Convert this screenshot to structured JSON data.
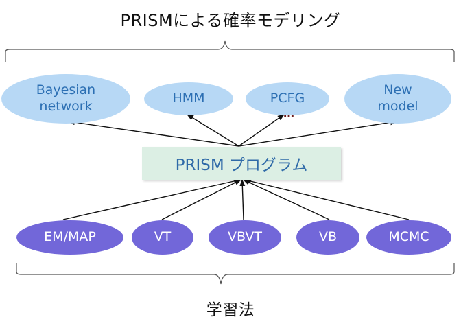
{
  "diagram": {
    "title": "PRISMによる確率モデリング",
    "models": [
      {
        "id": "bayes",
        "label": "Bayesian\nnetwork"
      },
      {
        "id": "hmm",
        "label": "HMM"
      },
      {
        "id": "pcfg",
        "label": "PCFG"
      },
      {
        "id": "newmodel",
        "label": "New\nmodel"
      }
    ],
    "program": "PRISM プログラム",
    "ellipsis": "…",
    "algorithms": [
      {
        "id": "emmap",
        "label": "EM/MAP"
      },
      {
        "id": "vt",
        "label": "VT"
      },
      {
        "id": "vbvt",
        "label": "VBVT"
      },
      {
        "id": "vb",
        "label": "VB"
      },
      {
        "id": "mcmc",
        "label": "MCMC"
      }
    ],
    "bottom_label": "学習法",
    "colors": {
      "model_fill": "#b7d8f5",
      "model_text": "#2c6fb3",
      "algo_fill": "#7267d9",
      "algo_text": "#ffffff",
      "program_fill": "#dcefe4",
      "program_text": "#2f6aa8"
    }
  }
}
